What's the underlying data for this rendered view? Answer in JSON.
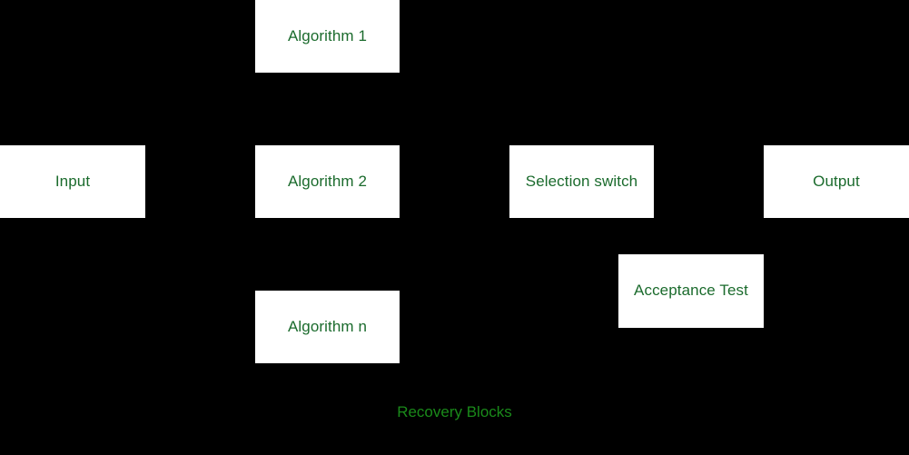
{
  "diagram": {
    "title": "Recovery Blocks",
    "background_color": "#000000",
    "node_fill_color": "#ffffff",
    "node_text_color": "#1b6b2d",
    "caption_text_color": "#1a8a1a",
    "nodes": [
      {
        "id": "algorithm-1",
        "label": "Algorithm 1"
      },
      {
        "id": "input",
        "label": "Input"
      },
      {
        "id": "algorithm-2",
        "label": "Algorithm 2"
      },
      {
        "id": "selection-switch",
        "label": "Selection switch"
      },
      {
        "id": "output",
        "label": "Output"
      },
      {
        "id": "acceptance-test",
        "label": "Acceptance Test"
      },
      {
        "id": "algorithm-n",
        "label": "Algorithm n"
      }
    ]
  }
}
